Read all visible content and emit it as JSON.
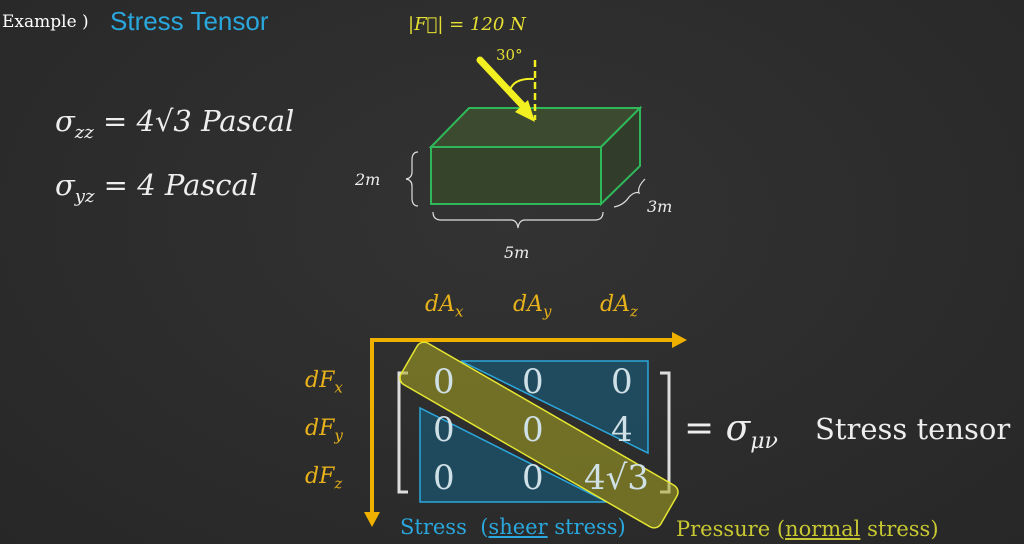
{
  "header": {
    "example_label": "Example )",
    "title": "Stress Tensor"
  },
  "given": {
    "sigma_zz": "σzz = 4√3 Pascal",
    "sigma_zz_sym": "σ",
    "sigma_zz_sub": "zz",
    "sigma_zz_rhs": "= 4√3 Pascal",
    "sigma_yz_sym": "σ",
    "sigma_yz_sub": "yz",
    "sigma_yz_rhs": "= 4 Pascal"
  },
  "figure": {
    "force": "|F⃗| = 120 N",
    "angle": "30°",
    "height": "2m",
    "width": "5m",
    "depth": "3m"
  },
  "matrix": {
    "columns": [
      "dAx",
      "dAy",
      "dAz"
    ],
    "column_syms": [
      "dA",
      "dA",
      "dA"
    ],
    "column_subs": [
      "x",
      "y",
      "z"
    ],
    "row_syms": [
      "dF",
      "dF",
      "dF"
    ],
    "row_subs": [
      "x",
      "y",
      "z"
    ],
    "rows": [
      [
        "0",
        "0",
        "0"
      ],
      [
        "0",
        "0",
        "4"
      ],
      [
        "0",
        "0",
        "4√3"
      ]
    ],
    "equals": "= σ",
    "equals_sub": "μν",
    "tensor_label": "Stress tensor"
  },
  "legend": {
    "stress": "Stress",
    "sheer_open": "(",
    "sheer": "sheer",
    "sheer_rest": "stress)",
    "pressure": "Pressure",
    "normal_open": "(",
    "normal": "normal",
    "normal_rest": "stress)"
  },
  "colors": {
    "title": "#2aa7dc",
    "axes": "#f0b000",
    "force": "#f2f020",
    "box_edge": "#2fb85a"
  }
}
